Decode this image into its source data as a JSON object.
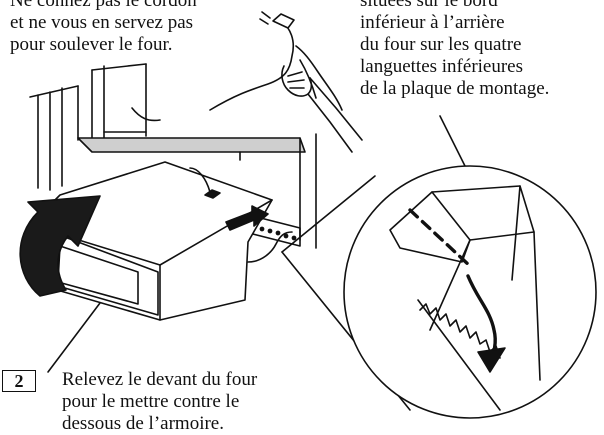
{
  "notes": {
    "left_lines": [
      "Ne connez pas le cordon",
      "et ne vous en servez pas",
      "pour soulever le four."
    ],
    "right_lines": [
      "situées sur le bord",
      "inférieur à l’arrière",
      "du four sur les quatre",
      "languettes inférieures",
      "de la plaque de montage."
    ]
  },
  "step": {
    "number": "2",
    "caption_lines": [
      "Relevez le devant du four",
      "pour le mettre contre le",
      "dessous de l’armoire."
    ]
  }
}
